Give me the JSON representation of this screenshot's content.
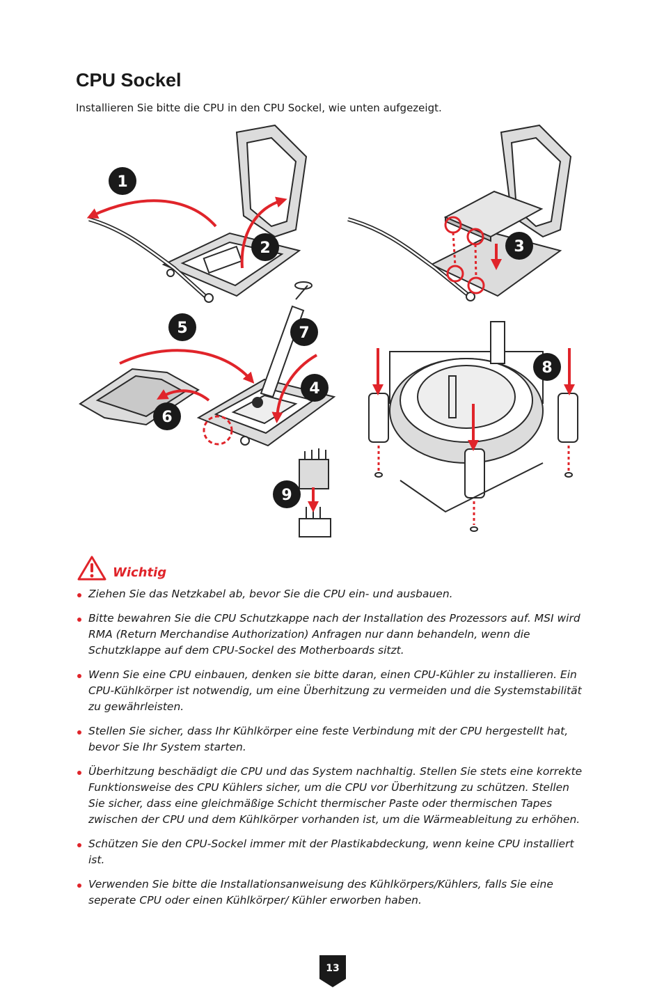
{
  "page": {
    "title": "CPU Sockel",
    "intro": "Installieren Sie bitte die CPU in den CPU Sockel, wie unten aufgezeigt.",
    "page_number": "13"
  },
  "figure": {
    "steps": [
      "1",
      "2",
      "3",
      "4",
      "5",
      "6",
      "7",
      "8",
      "9"
    ]
  },
  "notice": {
    "label": "Wichtig",
    "icon": "warning-triangle-icon",
    "items": [
      "Ziehen Sie das Netzkabel ab, bevor Sie die CPU ein- und ausbauen.",
      "Bitte bewahren Sie die CPU Schutzkappe nach der Installation des Prozessors auf. MSI wird RMA (Return Merchandise Authorization) Anfragen nur dann behandeln, wenn die Schutzklappe auf dem CPU-Sockel des Motherboards sitzt.",
      "Wenn Sie eine CPU einbauen, denken sie bitte daran, einen CPU-Kühler zu installieren. Ein CPU-Kühlkörper ist notwendig, um eine Überhitzung zu vermeiden und die Systemstabilität zu gewährleisten.",
      "Stellen Sie sicher, dass Ihr Kühlkörper eine feste Verbindung mit der CPU hergestellt hat, bevor Sie Ihr System starten.",
      "Überhitzung beschädigt die CPU und das System nachhaltig. Stellen Sie stets eine korrekte Funktionsweise des CPU Kühlers sicher, um die CPU vor Überhitzung zu schützen. Stellen Sie sicher, dass eine gleichmäßige Schicht thermischer Paste oder thermischen Tapes zwischen der CPU und dem Kühlkörper vorhanden ist, um die Wärmeableitung zu erhöhen.",
      "Schützen Sie den CPU-Sockel immer mit der Plastikabdeckung, wenn keine CPU installiert ist.",
      "Verwenden Sie bitte die Installationsanweisung des Kühlkörpers/Kühlers, falls Sie eine seperate CPU oder einen Kühlkörper/ Kühler erworben haben."
    ]
  },
  "colors": {
    "accent": "#e0242a",
    "text": "#1a1a1a",
    "line_art": "#2a2a2a",
    "fill_gray": "#dcdcdc"
  }
}
